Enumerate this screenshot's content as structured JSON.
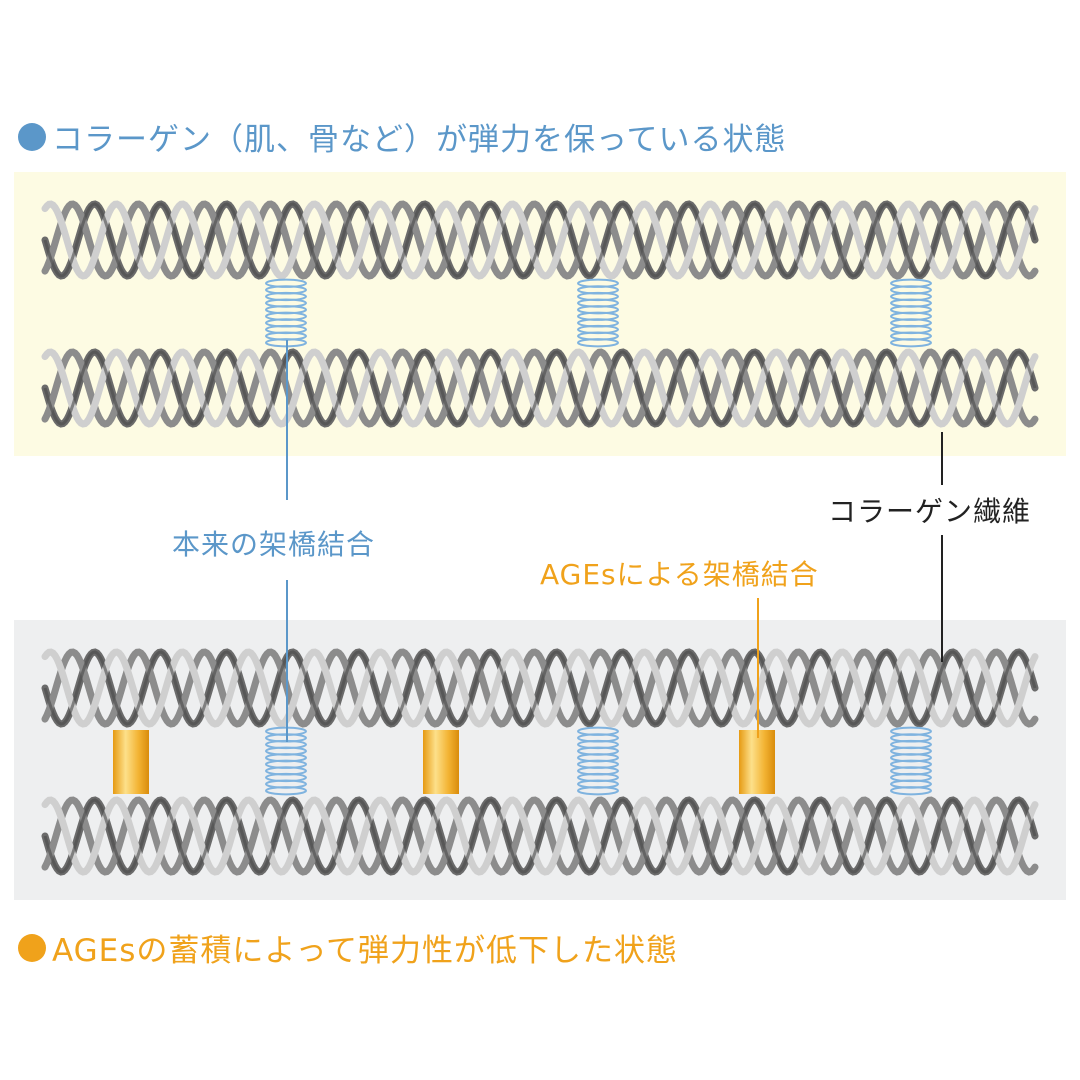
{
  "title_top": "コラーゲン（肌、骨など）が弾力を保っている状態",
  "title_bottom": "AGEsの蓄積によって弾力性が低下した状態",
  "labels": {
    "native_crosslink": "本来の架橋結合",
    "ages_crosslink": "AGEsによる架橋結合",
    "collagen_fiber": "コラーゲン繊維"
  },
  "colors": {
    "blue": "#5b97c9",
    "orange": "#f0a21b",
    "dark": "#222222",
    "panel_top": "#fdfbe3",
    "panel_bottom": "#eeeff0",
    "fiber_dark": "#6b6b6b",
    "fiber_light": "#cfcfcf",
    "spring": "#7fb3df",
    "ages_bar": "#f3b434"
  },
  "icons": {
    "title_top_marker": "blue-circle",
    "title_bottom_marker": "orange-circle"
  }
}
